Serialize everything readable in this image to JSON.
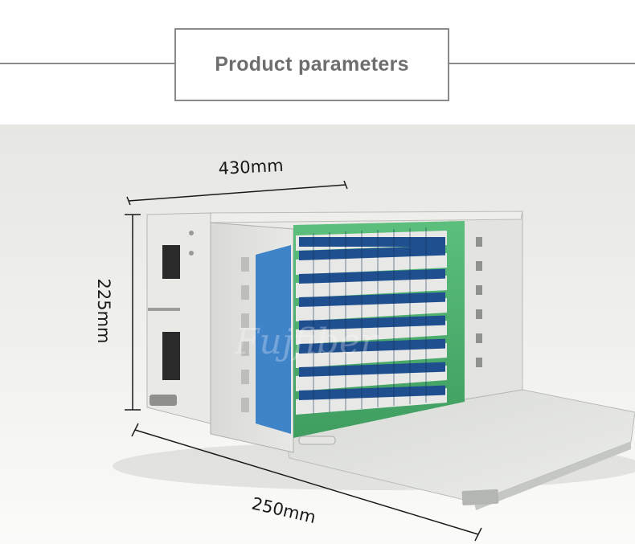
{
  "header": {
    "title": "Product parameters"
  },
  "dimensions": {
    "width_label": "430mm",
    "height_label": "225mm",
    "depth_label": "250mm"
  },
  "watermark": "Fujfiber",
  "colors": {
    "header_gray": "#6e6e6e",
    "tray_green": "#4fae6e",
    "adapter_blue": "#1f4f8f",
    "panel_gray": "#dfe0dc"
  }
}
